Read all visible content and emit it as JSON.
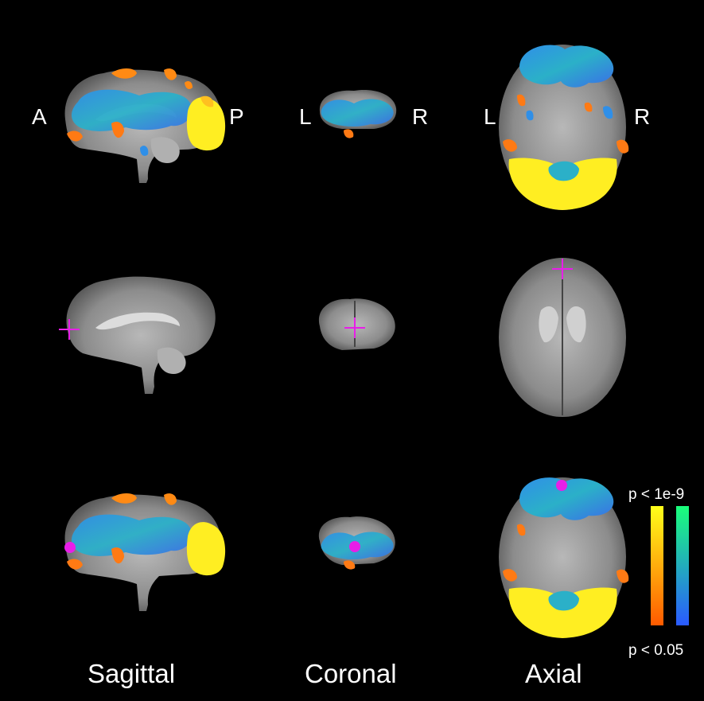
{
  "orientation": {
    "sagittal_anterior": "A",
    "sagittal_posterior": "P",
    "coronal_left": "L",
    "coronal_right": "R",
    "axial_left": "L",
    "axial_right": "R"
  },
  "columns": {
    "sagittal": "Sagittal",
    "coronal": "Coronal",
    "axial": "Axial"
  },
  "colorbar": {
    "top_label": "p < 1e-9",
    "bottom_label": "p < 0.05",
    "warm_colors": [
      "#ffff1a",
      "#ff5a00"
    ],
    "cool_colors": [
      "#1aff7a",
      "#2a5aff"
    ]
  },
  "colors": {
    "background": "#000000",
    "seed_marker": "#e81ee8",
    "positive_high": "#ffee22",
    "positive_low": "#ff7a14",
    "negative_mid": "#2f8fe8",
    "negative_low": "#3a6ee8"
  }
}
